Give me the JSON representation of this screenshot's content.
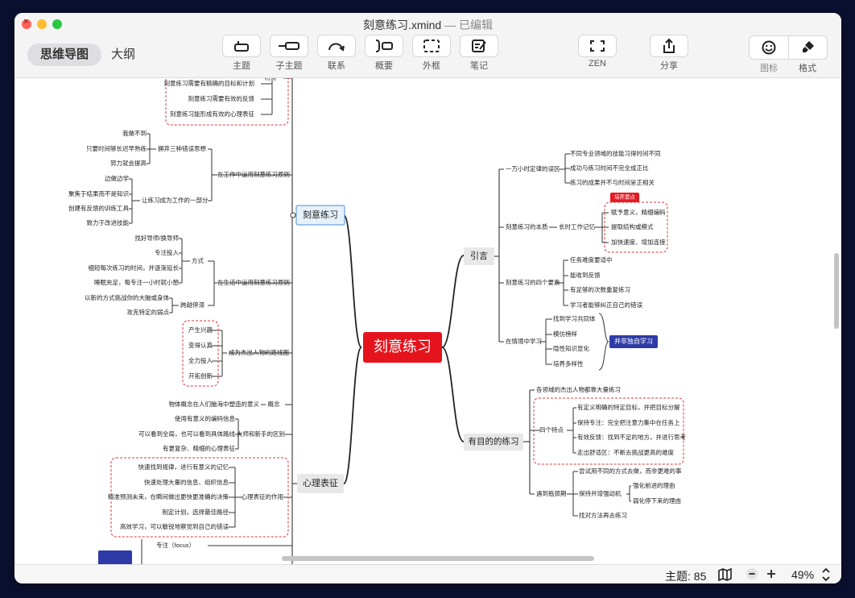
{
  "window": {
    "title": "刻意练习.xmind",
    "edited": "— 已编辑"
  },
  "view_tabs": {
    "mindmap": "思维导图",
    "outline": "大纲"
  },
  "toolbar": {
    "topic": "主题",
    "subtopic": "子主题",
    "relation": "联系",
    "summary": "概要",
    "boundary": "外框",
    "note": "笔记",
    "zen": "ZEN",
    "share": "分享",
    "icon": "图标",
    "format": "格式"
  },
  "statusbar": {
    "topic_count": "主题: 85",
    "minus": "−",
    "plus": "+",
    "zoom": "49%"
  },
  "colors": {
    "central_topic": "#e5141c",
    "primary_topic": "#e8e8e8",
    "boundary": "#d8383c",
    "badge_blue": "#2e3ba6",
    "badge_red": "#e51c24"
  },
  "map": {
    "central": "刻意练习",
    "left": {
      "kyl": {
        "label": "刻意练习",
        "tedian": {
          "label": "特点",
          "items": [
            "刻意练习需要有精确的目标和计划",
            "刻意练习需要有效的反馈",
            "刻意练习能形成有效的心理表征"
          ]
        },
        "gongzuo": {
          "label": "在工作中运用刻意练习原则",
          "a": {
            "label": "摒弃三种错误思想",
            "items": [
              "我做不到",
              "只要时间够长迟早熟练",
              "努力就会提高"
            ]
          },
          "b": {
            "label": "让练习成为工作的一部分",
            "items": [
              "边做边学",
              "聚焦于结果而不是知识",
              "创建有反馈的训练工具",
              "致力于改进技能"
            ]
          }
        },
        "shenghuo": {
          "label": "在生活中运用刻意练习原则",
          "a": {
            "label": "方式",
            "items": [
              "找好导师/换导师",
              "专注投入",
              "细短每次练习的时间，并逐渐延长",
              "睡眠充足，每专注一小时就小憩"
            ]
          },
          "b": {
            "label": "跨越停滞",
            "items": [
              "以新的方式挑战你的大脑或身体",
              "攻克特定的弱点"
            ]
          }
        },
        "luxian": {
          "label": "成为杰出人物的路线图",
          "items": [
            "产生兴趣",
            "变得认真",
            "全力投入",
            "开拓创新"
          ]
        }
      },
      "xlbz": {
        "label": "心理表征",
        "gainian": {
          "label": "概念",
          "items": [
            "物体概念在人们脑海中塑造的意义"
          ]
        },
        "qubie": {
          "label": "大师和新手的区别",
          "items": [
            "使用有意义的编码信息",
            "可以看到全局，也可以看到具体路线",
            "有更复杂、精细的心理表征"
          ]
        },
        "zuoyong": {
          "label": "心理表征的作用",
          "items": [
            "快速找到规律，进行有意义的记忆",
            "快速处理大量的信息、组织信息",
            "精准预测未来，在瞬间做出更快更准确的决策",
            "制定计划，选择最佳路径",
            "高效学习，可以敏锐地察觉到自己的错误"
          ]
        },
        "focus": "专注（focus）"
      }
    },
    "right": {
      "yinyan": {
        "label": "引言",
        "wuqu": {
          "label": "一万小时定律的误区",
          "items": [
            "不同专业领域的技能习得时间不同",
            "成功与练习时间不完全成正比",
            "练习的成果并不与时间呈正相关"
          ]
        },
        "benzhi": {
          "label": "刻意练习的本质",
          "sub": "长时工作记忆",
          "badge": "培养要点",
          "items": [
            "赋予意义，精细编码",
            "提取结构或模式",
            "加快速度、增加连接"
          ]
        },
        "yaosu": {
          "label": "刻意练习的四个要素",
          "items": [
            "任务难度要适中",
            "能收到反馈",
            "有足够的次数重复练习",
            "学习者能够纠正自己的错误"
          ]
        },
        "qingjing": {
          "label": "在情境中学习",
          "items": [
            "找到学习共同体",
            "模仿榜样",
            "隐性知识显化",
            "培养多样性"
          ],
          "summary": "并非独自学习"
        }
      },
      "mudi": {
        "label": "有目的的练习",
        "lead": "各领域的杰出人物都靠大量练习",
        "sige": {
          "label": "四个特点",
          "items": [
            "有定义明确的特定目标，并把目标分解",
            "保持专注：完全把注意力集中在任务上",
            "有效反馈：找到不足的地方，并进行思考",
            "走出舒适区：不断去挑战更高的难度"
          ]
        },
        "pingjing": {
          "label": "遇到瓶颈期",
          "items": [
            "尝试用不同的方式去做，而非更难的事",
            "保持并增强动机",
            "找对方法再去练习"
          ],
          "dongji": [
            "强化前进的理由",
            "弱化停下来的理由"
          ]
        }
      }
    }
  }
}
